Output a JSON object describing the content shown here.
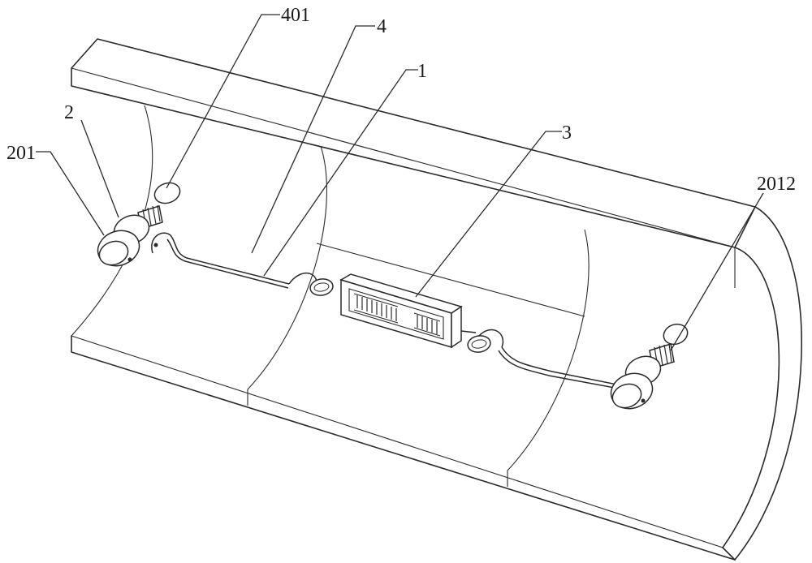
{
  "labels": {
    "l401": "401",
    "l4": "4",
    "l1": "1",
    "l2": "2",
    "l201": "201",
    "l3": "3",
    "l2012": "2012"
  }
}
